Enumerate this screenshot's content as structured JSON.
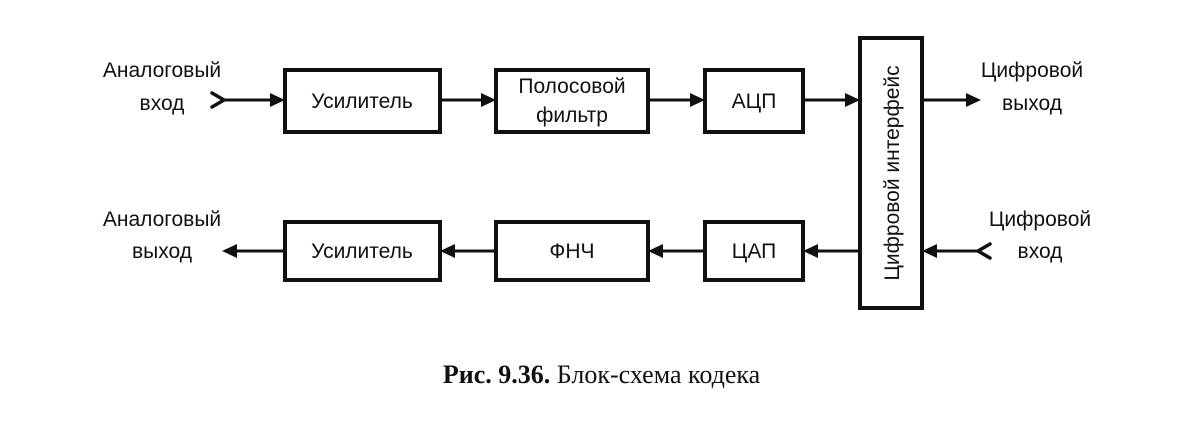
{
  "diagram": {
    "inputs": {
      "analog_in": [
        "Аналоговый",
        "вход"
      ],
      "digital_out": [
        "Цифровой",
        "выход"
      ],
      "analog_out": [
        "Аналоговый",
        "выход"
      ],
      "digital_in": [
        "Цифровой",
        "вход"
      ]
    },
    "top_row": {
      "amplifier": [
        "Усилитель"
      ],
      "bandpass_filter": [
        "Полосовой",
        "фильтр"
      ],
      "adc": [
        "АЦП"
      ]
    },
    "bottom_row": {
      "amplifier": [
        "Усилитель"
      ],
      "lowpass_filter": [
        "ФНЧ"
      ],
      "dac": [
        "ЦАП"
      ]
    },
    "interface": "Цифровой интерфейс",
    "edges": [
      [
        "analog_in",
        "top_amplifier"
      ],
      [
        "top_amplifier",
        "bandpass_filter"
      ],
      [
        "bandpass_filter",
        "adc"
      ],
      [
        "adc",
        "digital_interface"
      ],
      [
        "digital_interface",
        "digital_out"
      ],
      [
        "digital_in",
        "digital_interface"
      ],
      [
        "digital_interface",
        "dac"
      ],
      [
        "dac",
        "lowpass_filter"
      ],
      [
        "lowpass_filter",
        "bottom_amplifier"
      ],
      [
        "bottom_amplifier",
        "analog_out"
      ]
    ]
  },
  "caption": {
    "number": "Рис. 9.36.",
    "text": " Блок-схема кодека"
  }
}
